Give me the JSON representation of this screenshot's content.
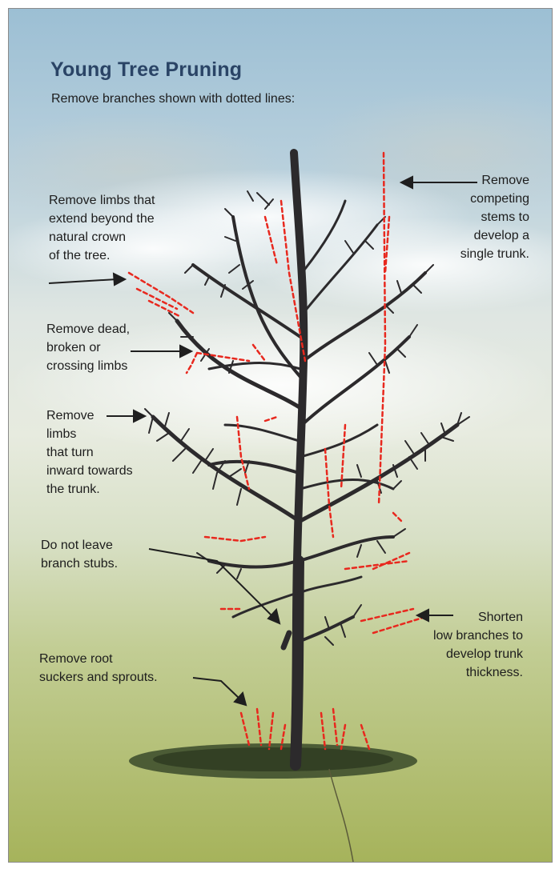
{
  "title": "Young Tree Pruning",
  "subtitle": "Remove branches shown with dotted lines:",
  "labels": {
    "competing_stems": "Remove\ncompeting\nstems to\ndevelop a\nsingle trunk.",
    "beyond_crown": "Remove limbs that\nextend beyond the\nnatural crown\nof the tree.",
    "dead_broken": "Remove dead,\nbroken or\ncrossing limbs",
    "inward": "Remove\nlimbs\nthat turn\ninward towards\nthe trunk.",
    "stubs": "Do not leave\nbranch stubs.",
    "low_branches": "Shorten\nlow branches to\ndevelop trunk\nthickness.",
    "root_suckers": "Remove root\nsuckers and sprouts."
  },
  "colors": {
    "title": "#2a4466",
    "text": "#1d1d1d",
    "tree": "#2c2a2c",
    "prune_lines": "#e8281e",
    "grass": "#9fb15a",
    "sky": "#a9c7d9"
  }
}
